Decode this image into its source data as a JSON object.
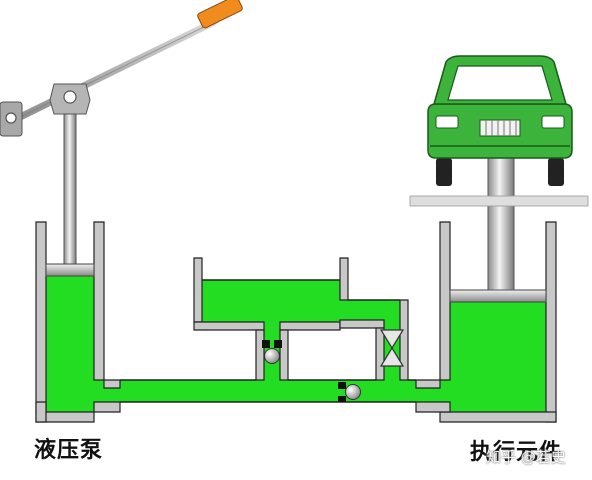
{
  "labels": {
    "pump": "液压泵",
    "actuator": "执行元件"
  },
  "watermark": "知乎 @若史",
  "colors": {
    "fluid": "#22dd22",
    "fluid_dark": "#11aa11",
    "wall": "#c8c8c8",
    "wall_stroke": "#222222",
    "lever_handle": "#f08c1e",
    "car_body": "#3cb43c",
    "car_dark": "#1f7a1f",
    "rod": "#d6d6d6",
    "background": "#ffffff"
  },
  "icons": {
    "lever": "lever-handle-icon",
    "car": "car-icon",
    "check_valve": "check-valve-icon",
    "throttle_valve": "throttle-valve-icon"
  }
}
